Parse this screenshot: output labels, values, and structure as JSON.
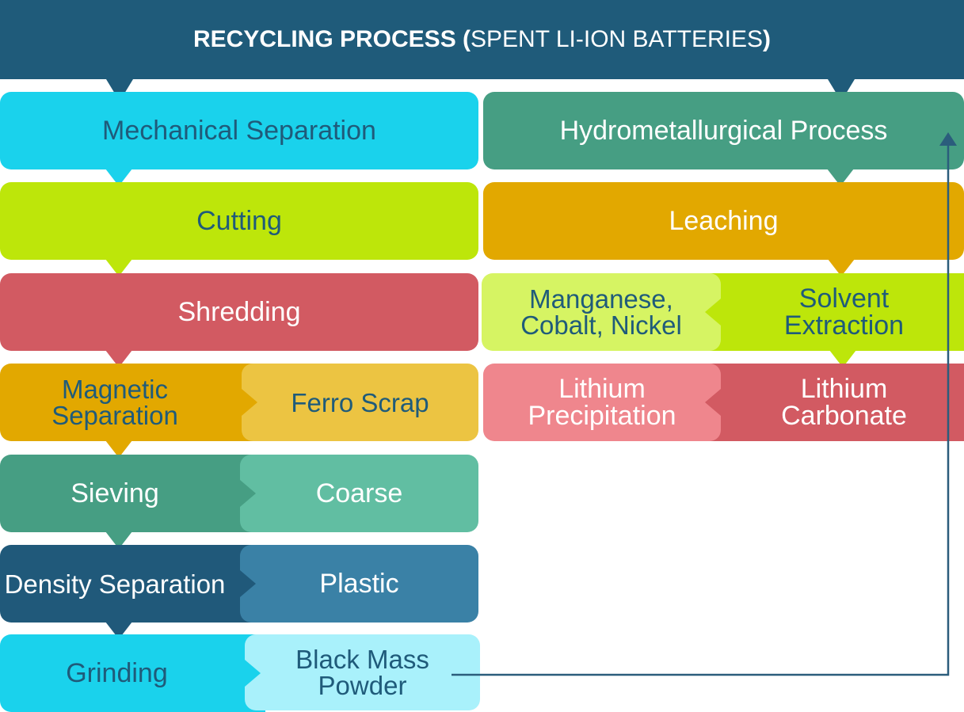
{
  "title": {
    "bold_a": "RECYCLING PROCESS (",
    "regular": "SPENT LI-ION BATTERIES",
    "bold_b": ")"
  },
  "mechanical": {
    "header": "Mechanical Separation",
    "steps": {
      "cutting": "Cutting",
      "shredding": "Shredding",
      "magnetic": "Magnetic Separation",
      "sieving": "Sieving",
      "density": "Density Separation",
      "grinding": "Grinding"
    },
    "outputs": {
      "ferro": "Ferro Scrap",
      "coarse": "Coarse",
      "plastic": "Plastic",
      "black_mass": "Black Mass Powder"
    }
  },
  "hydro": {
    "header": "Hydrometallurgical Process",
    "leaching": "Leaching",
    "solvent": "Solvent Extraction",
    "mcn": "Manganese, Cobalt, Nickel",
    "lithium_carbonate": "Lithium Carbonate",
    "lithium_precip": "Lithium Precipitation"
  },
  "colors": {
    "title_bg": "#1f5b7a",
    "cyan": "#1ad2ec",
    "lime": "#bde60a",
    "red": "#d25a62",
    "amber": "#e2a800",
    "yellow": "#ecc442",
    "teal": "#469e83",
    "teal_light": "#61bea2",
    "navy": "#20597a",
    "steel": "#3a81a6",
    "pale_cyan": "#a9f1fb",
    "light_lime": "#d6f463",
    "pink": "#ef868d",
    "connector": "#2b5d7c"
  }
}
